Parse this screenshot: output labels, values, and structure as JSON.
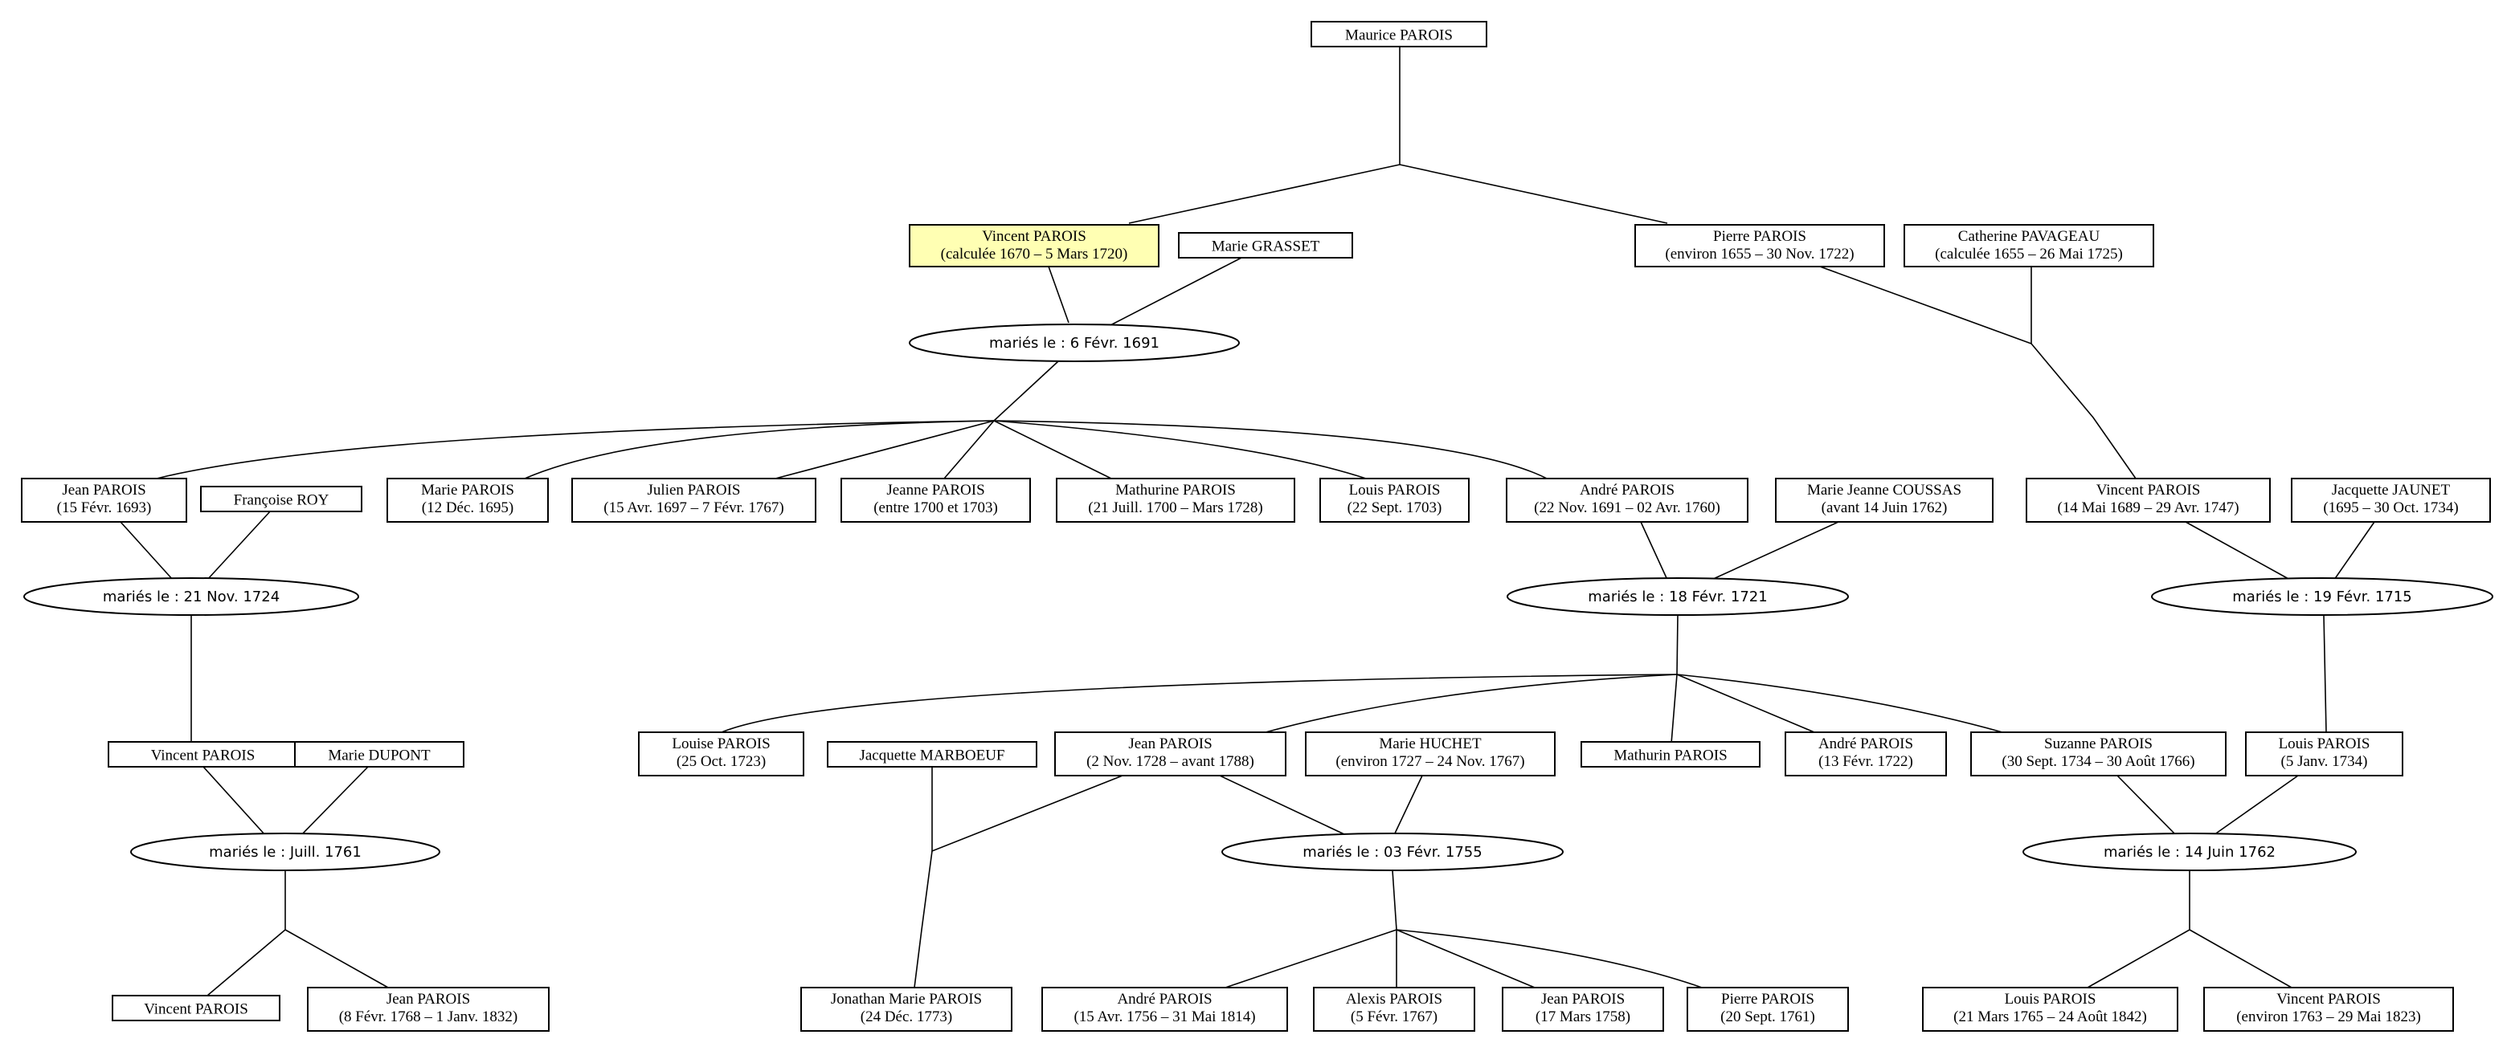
{
  "persons": [
    {
      "id": "maurice",
      "name": "Maurice PAROIS",
      "dates": ""
    },
    {
      "id": "vincent1",
      "name": "Vincent PAROIS",
      "dates": "(calculée 1670 – 5 Mars 1720)",
      "highlight": true
    },
    {
      "id": "grasset",
      "name": "Marie GRASSET",
      "dates": ""
    },
    {
      "id": "pierre1",
      "name": "Pierre PAROIS",
      "dates": "(environ 1655 – 30 Nov. 1722)"
    },
    {
      "id": "pavageau",
      "name": "Catherine PAVAGEAU",
      "dates": "(calculée 1655 – 26 Mai 1725)"
    },
    {
      "id": "jean1",
      "name": "Jean PAROIS",
      "dates": "(15 Févr. 1693)"
    },
    {
      "id": "roy",
      "name": "Françoise ROY",
      "dates": ""
    },
    {
      "id": "marie1",
      "name": "Marie PAROIS",
      "dates": "(12 Déc. 1695)"
    },
    {
      "id": "julien",
      "name": "Julien PAROIS",
      "dates": "(15 Avr. 1697 – 7 Févr. 1767)"
    },
    {
      "id": "jeanne",
      "name": "Jeanne PAROIS",
      "dates": "(entre 1700 et 1703)"
    },
    {
      "id": "mathurine",
      "name": "Mathurine PAROIS",
      "dates": "(21 Juill. 1700 – Mars 1728)"
    },
    {
      "id": "louis1",
      "name": "Louis PAROIS",
      "dates": "(22 Sept. 1703)"
    },
    {
      "id": "andre1",
      "name": "André PAROIS",
      "dates": "(22 Nov. 1691 – 02 Avr. 1760)"
    },
    {
      "id": "coussas",
      "name": "Marie Jeanne COUSSAS",
      "dates": "(avant 14 Juin 1762)"
    },
    {
      "id": "vincent2",
      "name": "Vincent PAROIS",
      "dates": "(14 Mai 1689 – 29 Avr. 1747)"
    },
    {
      "id": "jaunet",
      "name": "Jacquette JAUNET",
      "dates": "(1695 – 30 Oct. 1734)"
    },
    {
      "id": "vincent3",
      "name": "Vincent PAROIS",
      "dates": ""
    },
    {
      "id": "dupont",
      "name": "Marie DUPONT",
      "dates": ""
    },
    {
      "id": "louise",
      "name": "Louise PAROIS",
      "dates": "(25 Oct. 1723)"
    },
    {
      "id": "marboeuf",
      "name": "Jacquette MARBOEUF",
      "dates": ""
    },
    {
      "id": "jean2",
      "name": "Jean PAROIS",
      "dates": "(2 Nov. 1728 – avant 1788)"
    },
    {
      "id": "huchet",
      "name": "Marie HUCHET",
      "dates": "(environ 1727 – 24 Nov. 1767)"
    },
    {
      "id": "mathurin",
      "name": "Mathurin PAROIS",
      "dates": ""
    },
    {
      "id": "andre2",
      "name": "André PAROIS",
      "dates": "(13 Févr. 1722)"
    },
    {
      "id": "suzanne",
      "name": "Suzanne PAROIS",
      "dates": "(30 Sept. 1734 – 30 Août 1766)"
    },
    {
      "id": "louis2",
      "name": "Louis PAROIS",
      "dates": "(5 Janv. 1734)"
    },
    {
      "id": "vincent4",
      "name": "Vincent PAROIS",
      "dates": ""
    },
    {
      "id": "jean3",
      "name": "Jean PAROIS",
      "dates": "(8 Févr. 1768 – 1 Janv. 1832)"
    },
    {
      "id": "jonathan",
      "name": "Jonathan Marie PAROIS",
      "dates": "(24 Déc. 1773)"
    },
    {
      "id": "andre3",
      "name": "André PAROIS",
      "dates": "(15 Avr. 1756 – 31 Mai 1814)"
    },
    {
      "id": "alexis",
      "name": "Alexis PAROIS",
      "dates": "(5 Févr. 1767)"
    },
    {
      "id": "jean4",
      "name": "Jean PAROIS",
      "dates": "(17 Mars 1758)"
    },
    {
      "id": "pierre2",
      "name": "Pierre PAROIS",
      "dates": "(20 Sept. 1761)"
    },
    {
      "id": "louis3",
      "name": "Louis PAROIS",
      "dates": "(21 Mars 1765 – 24 Août 1842)"
    },
    {
      "id": "vincent5",
      "name": "Vincent PAROIS",
      "dates": "(environ 1763 – 29 Mai 1823)"
    }
  ],
  "marriages": [
    {
      "id": "m1691",
      "label": "mariés le : 6 Févr. 1691"
    },
    {
      "id": "m1724",
      "label": "mariés le : 21 Nov. 1724"
    },
    {
      "id": "m1721",
      "label": "mariés le : 18 Févr. 1721"
    },
    {
      "id": "m1715",
      "label": "mariés le : 19 Févr. 1715"
    },
    {
      "id": "m1761",
      "label": "mariés le : Juill. 1761"
    },
    {
      "id": "m1755",
      "label": "mariés le : 03 Févr. 1755"
    },
    {
      "id": "m1762",
      "label": "mariés le : 14 Juin 1762"
    }
  ],
  "colors": {
    "highlight": "#ffffb3",
    "line": "#000000",
    "background": "#ffffff"
  }
}
